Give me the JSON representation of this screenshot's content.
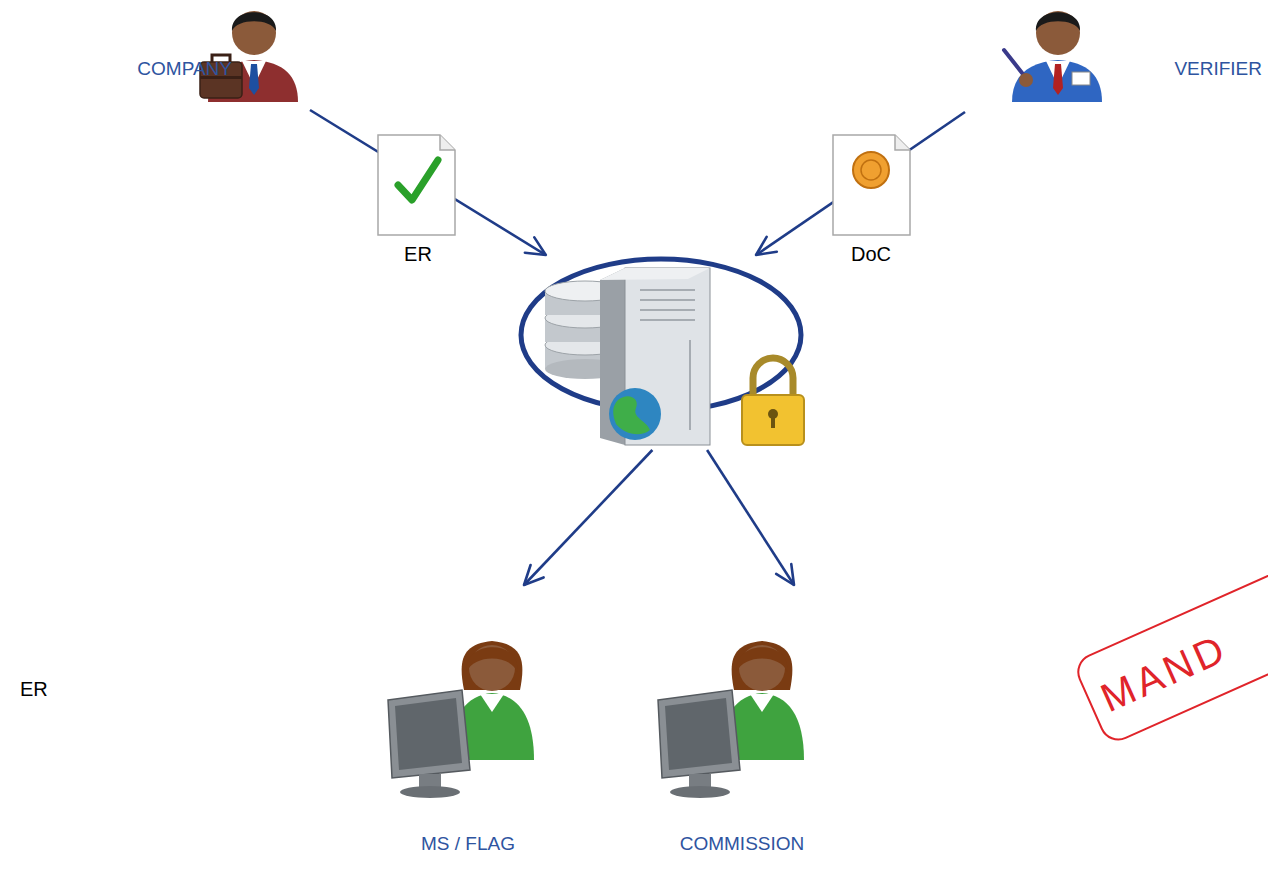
{
  "diagram": {
    "nodes": [
      {
        "text": [
          "COMPANY"
        ]
      },
      {
        "text": [
          "VERIFIER"
        ]
      },
      {
        "text": []
      },
      {
        "text": [
          "MS / FLAG"
        ]
      },
      {
        "text": [
          "COMMISSION"
        ]
      }
    ],
    "edges": [
      {
        "from": 0,
        "to": 2,
        "label": "ER",
        "arrow": "to"
      },
      {
        "from": 1,
        "to": 2,
        "label": "DoC",
        "arrow": "to"
      },
      {
        "from": 2,
        "to": 3,
        "arrow": "to"
      },
      {
        "from": 2,
        "to": 4,
        "arrow": "to"
      }
    ],
    "labels": [
      "ER",
      "MAND"
    ]
  }
}
